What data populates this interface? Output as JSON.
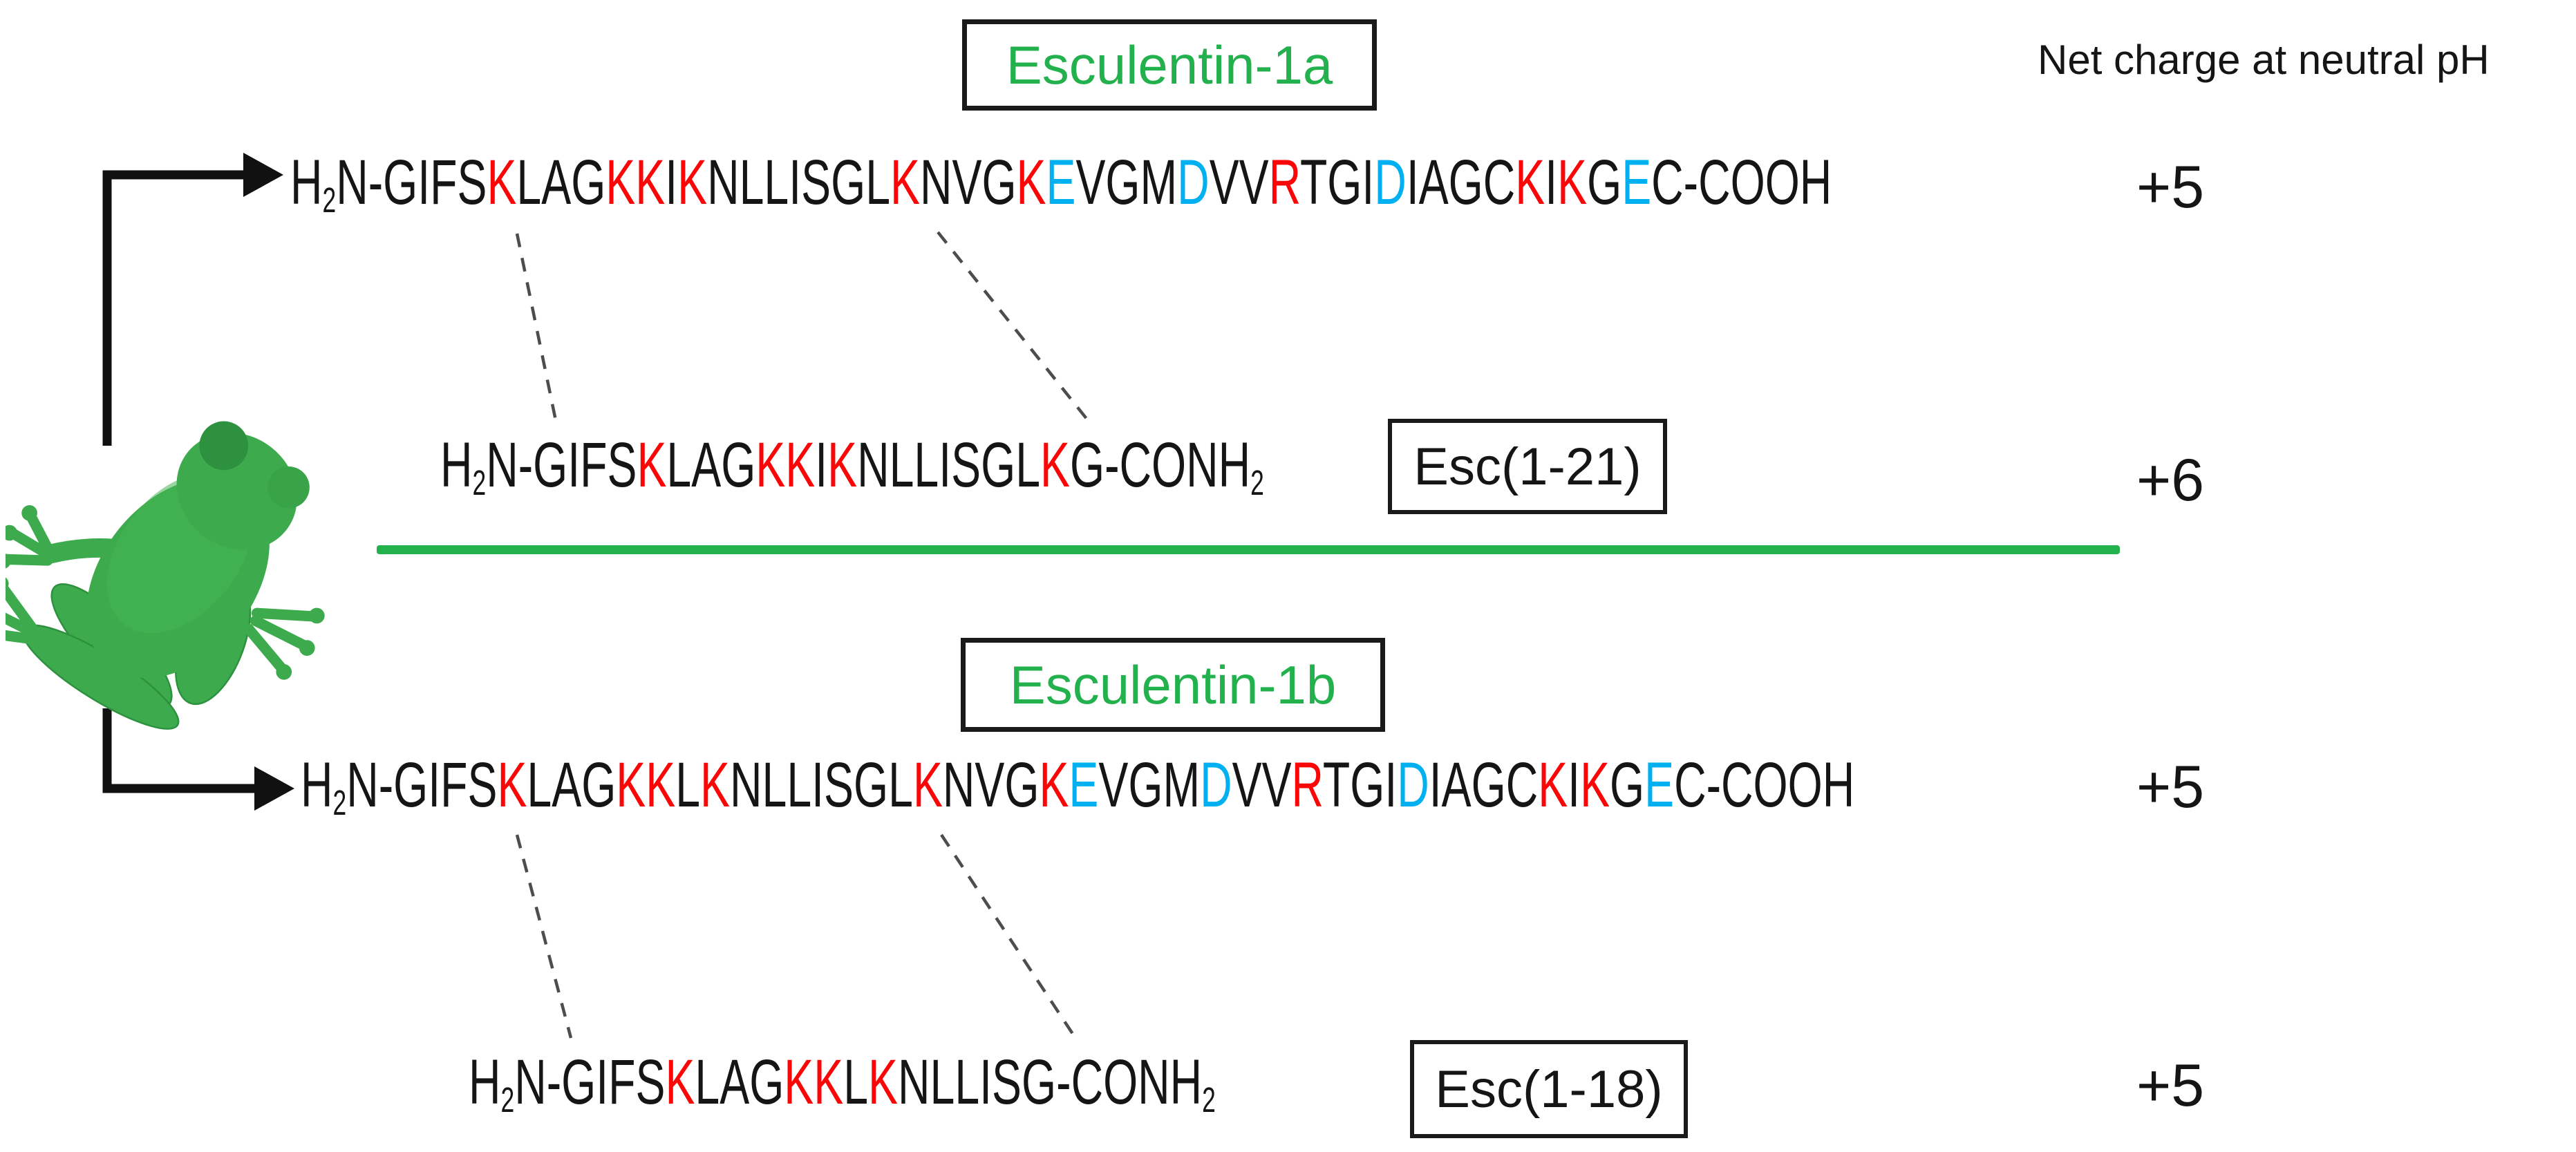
{
  "figure": {
    "net_charge_header": "Net charge at neutral pH"
  },
  "colors": {
    "red": "#fb0607",
    "blue": "#00b0f0",
    "green": "#22b14c",
    "frog_main": "#3dab4d",
    "frog_dark": "#2e913f",
    "arrow_black": "#111111",
    "dash_gray": "#4d4d4d"
  },
  "groups": [
    {
      "title": "Esculentin-1a",
      "rows": [
        {
          "name": "esculentin-1a-full",
          "prefix": "H2N-",
          "sequence": "GIFSKLAGKKIKNLLISGLKNVGKEVGMDVVRTGIDIAGCKIKGEC",
          "suffix": "-COOH",
          "red_positions": [
            5,
            9,
            10,
            12,
            20,
            24,
            32,
            41,
            43
          ],
          "blue_positions": [
            25,
            29,
            36,
            45
          ],
          "charge": "+5",
          "label": ""
        },
        {
          "name": "esc-1-21",
          "prefix": "H2N-",
          "sequence": "GIFSKLAGKKIKNLLISGLKG",
          "suffix": "-CONH2",
          "red_positions": [
            5,
            9,
            10,
            12,
            20
          ],
          "blue_positions": [],
          "charge": "+6",
          "label": "Esc(1-21)"
        }
      ]
    },
    {
      "title": "Esculentin-1b",
      "rows": [
        {
          "name": "esculentin-1b-full",
          "prefix": "H2N-",
          "sequence": "GIFSKLAGKKLKNLLISGLKNVGKEVGMDVVRTGIDIAGCKIKGEC",
          "suffix": "-COOH",
          "red_positions": [
            5,
            9,
            10,
            12,
            20,
            24,
            32,
            41,
            43
          ],
          "blue_positions": [
            25,
            29,
            36,
            45
          ],
          "charge": "+5",
          "label": ""
        },
        {
          "name": "esc-1-18",
          "prefix": "H2N-",
          "sequence": "GIFSKLAGKKLKNLLISG",
          "suffix": "-CONH2",
          "red_positions": [
            5,
            9,
            10,
            12
          ],
          "blue_positions": [],
          "charge": "+5",
          "label": "Esc(1-18)"
        }
      ]
    }
  ]
}
